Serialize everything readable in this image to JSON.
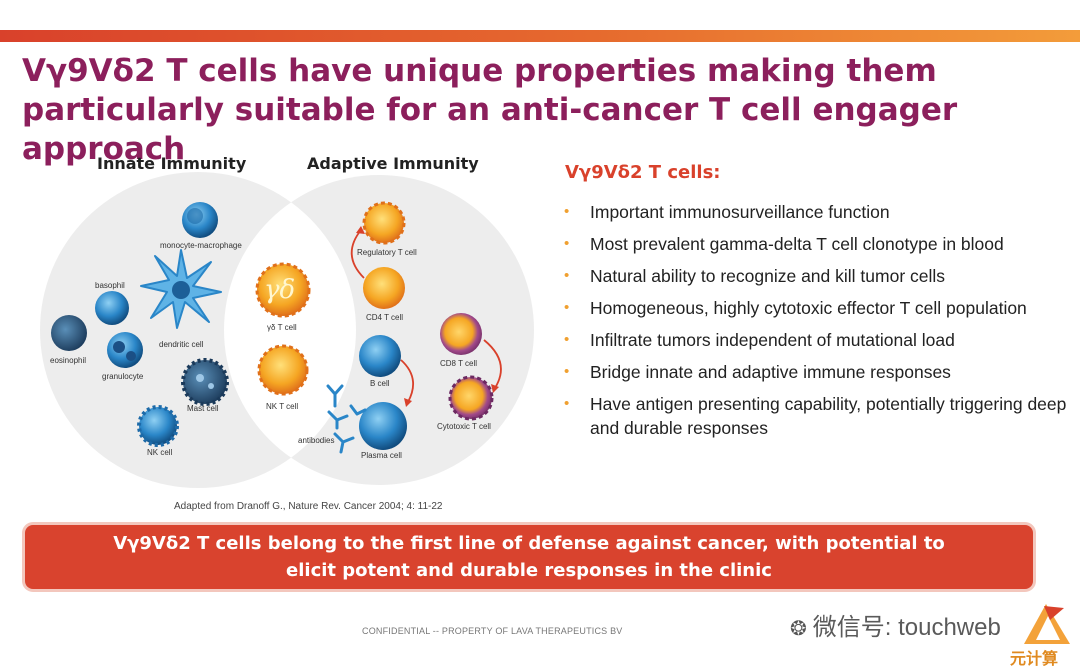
{
  "title": "Vγ9Vδ2 T cells have unique properties making them particularly suitable for an anti-cancer T cell engager approach",
  "diagram": {
    "innate_label": "Innate Immunity",
    "adaptive_label": "Adaptive Immunity",
    "gd_symbol": "γδ",
    "cells": {
      "monocyte": "monocyte-macrophage",
      "basophil": "basophil",
      "dendritic": "dendritic cell",
      "eosinophil": "eosinophil",
      "granulocyte": "granulocyte",
      "mast": "Mast cell",
      "nk": "NK cell",
      "gd": "γδ T cell",
      "nkt": "NK T cell",
      "treg": "Regulatory T cell",
      "cd4": "CD4 T cell",
      "cd8": "CD8 T cell",
      "bcell": "B cell",
      "cytotoxic": "Cytotoxic T cell",
      "antibodies": "antibodies",
      "plasma": "Plasma cell"
    }
  },
  "citation": "Adapted from Dranoff G., Nature Rev. Cancer 2004; 4: 11-22",
  "bullets_heading": "Vγ9Vδ2 T cells:",
  "bullets": [
    "Important immunosurveillance function",
    "Most prevalent gamma-delta T cell clonotype in blood",
    "Natural ability to recognize and kill tumor cells",
    "Homogeneous, highly cytotoxic effector T cell population",
    "Infiltrate tumors independent of mutational load",
    "Bridge innate and adaptive immune responses",
    "Have antigen presenting capability, potentially triggering deep and durable responses"
  ],
  "banner": "Vγ9Vδ2 T cells belong to the first line of defense against cancer, with potential to elicit potent and durable responses in the clinic",
  "footer": "CONFIDENTIAL -- PROPERTY OF LAVA THERAPEUTICS BV",
  "watermark": "微信号: touchweb",
  "watermark_logo_text": "元计算",
  "colors": {
    "title": "#8c1f5c",
    "accent": "#d9412b",
    "bullet": "#f0a030",
    "blue_cell": "#2a86c8",
    "orange_cell": "#f5a623",
    "purple_cell": "#8c3a7a"
  }
}
